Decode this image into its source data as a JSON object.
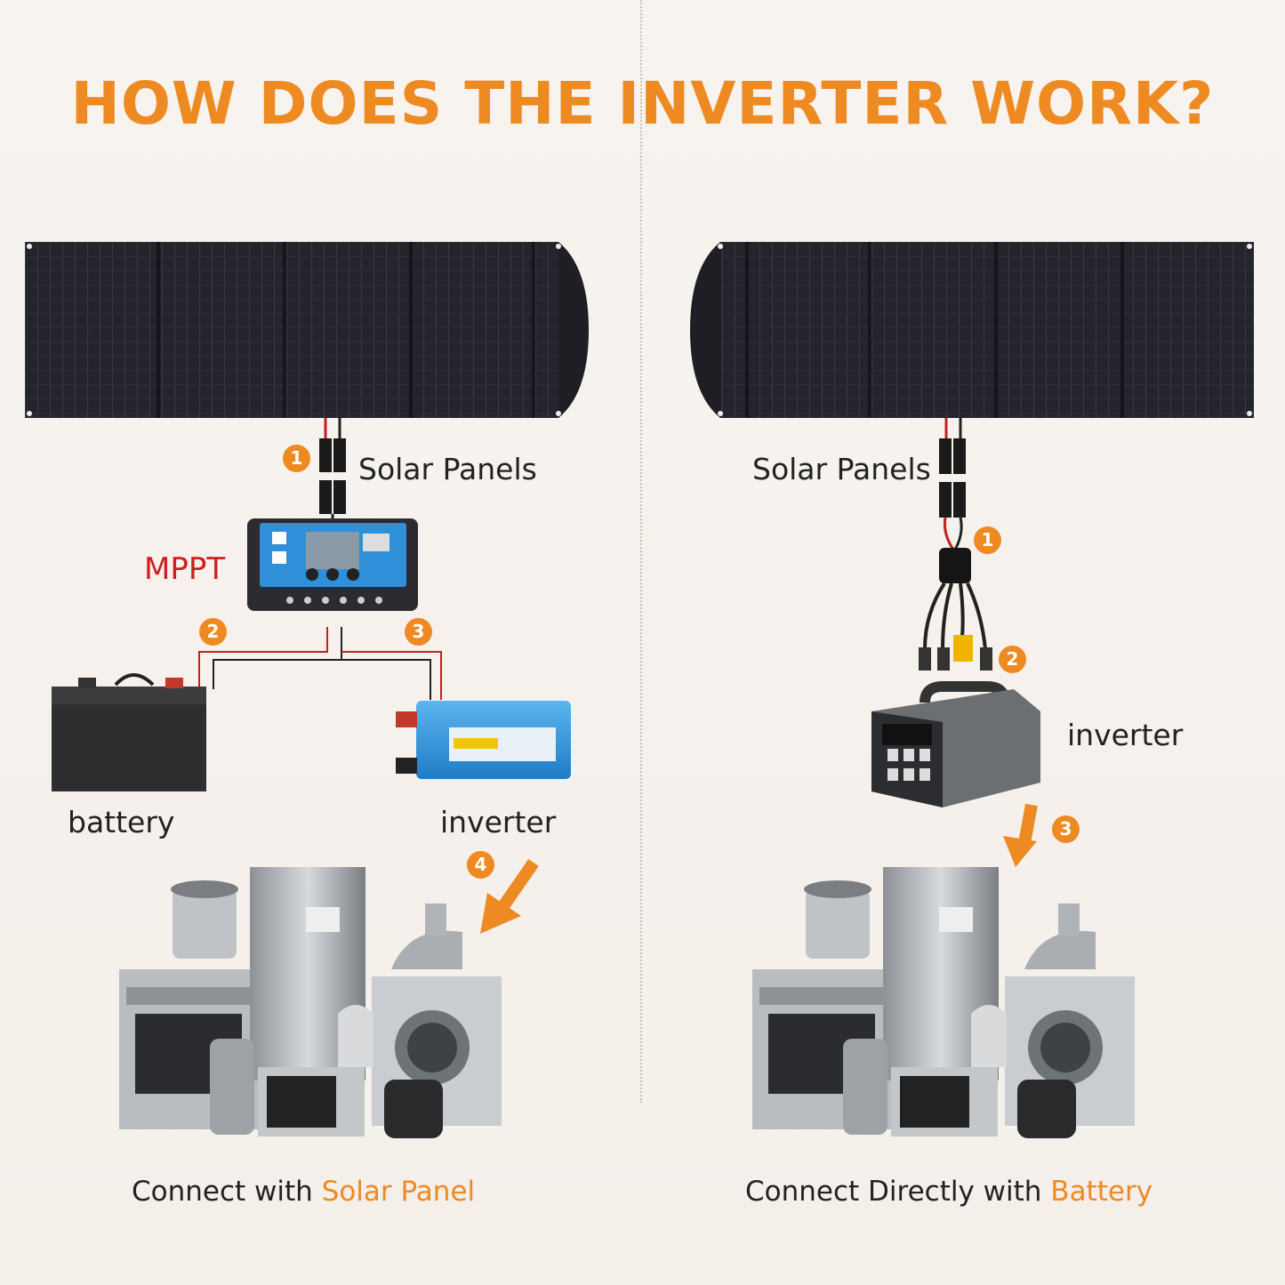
{
  "title": "HOW DOES THE INVERTER WORK?",
  "colors": {
    "accent": "#ee8a22",
    "mppt": "#cc1f1f",
    "panel": "#24242c",
    "background": "#f6f2ee"
  },
  "left": {
    "solar_label": "Solar Panels",
    "controller_label": "MPPT",
    "battery_label": "battery",
    "inverter_label": "inverter",
    "steps": [
      "1",
      "2",
      "3",
      "4"
    ],
    "caption_prefix": "Connect with ",
    "caption_accent": "Solar Panel"
  },
  "right": {
    "solar_label": "Solar Panels",
    "inverter_label": "inverter",
    "steps": [
      "1",
      "2",
      "3"
    ],
    "caption_prefix": "Connect Directly with ",
    "caption_accent": "Battery"
  }
}
